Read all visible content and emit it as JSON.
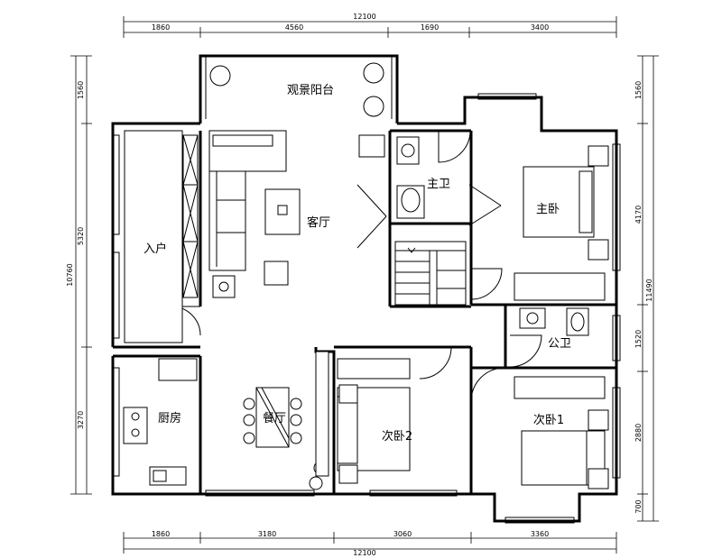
{
  "rooms": {
    "balcony": "观景阳台",
    "living": "客厅",
    "entry": "入户",
    "master_bath": "主卫",
    "master_bed": "主卧",
    "public_bath": "公卫",
    "kitchen": "厨房",
    "dining": "餐厅",
    "second_bed2": "次卧2",
    "second_bed1": "次卧1"
  },
  "dimensions": {
    "top_total": "12100",
    "top_segments": [
      "1860",
      "4560",
      "1690",
      "3400"
    ],
    "bottom_total": "12100",
    "bottom_segments": [
      "1860",
      "3180",
      "3060",
      "3360"
    ],
    "left_total": "10760",
    "left_segments": [
      "1560",
      "5320",
      "3270"
    ],
    "right_total": "11490",
    "right_segments": [
      "1560",
      "4170",
      "1520",
      "2880",
      "700"
    ]
  }
}
